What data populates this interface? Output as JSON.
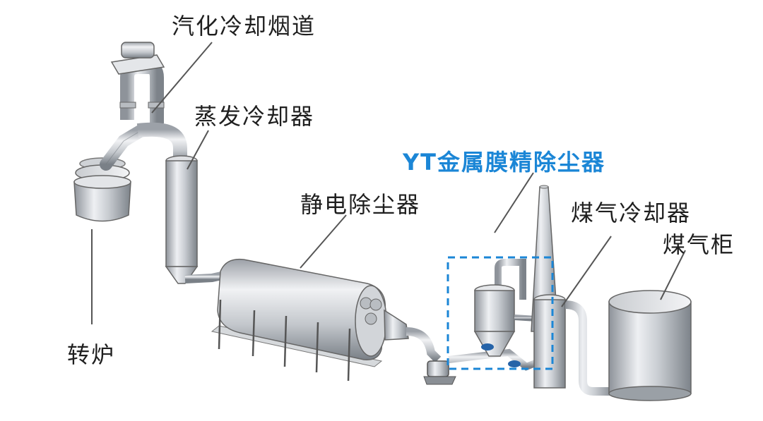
{
  "labels": {
    "vaporization_flue": "汽化冷却烟道",
    "evaporative_cooler": "蒸发冷却器",
    "yt_filter": "YT金属膜精除尘器",
    "esp": "静电除尘器",
    "gas_cooler": "煤气冷却器",
    "gas_holder": "煤气柜",
    "converter": "转炉"
  },
  "colors": {
    "highlight": "#1b86d6",
    "text": "#1f1f1f",
    "leader": "#555555"
  }
}
